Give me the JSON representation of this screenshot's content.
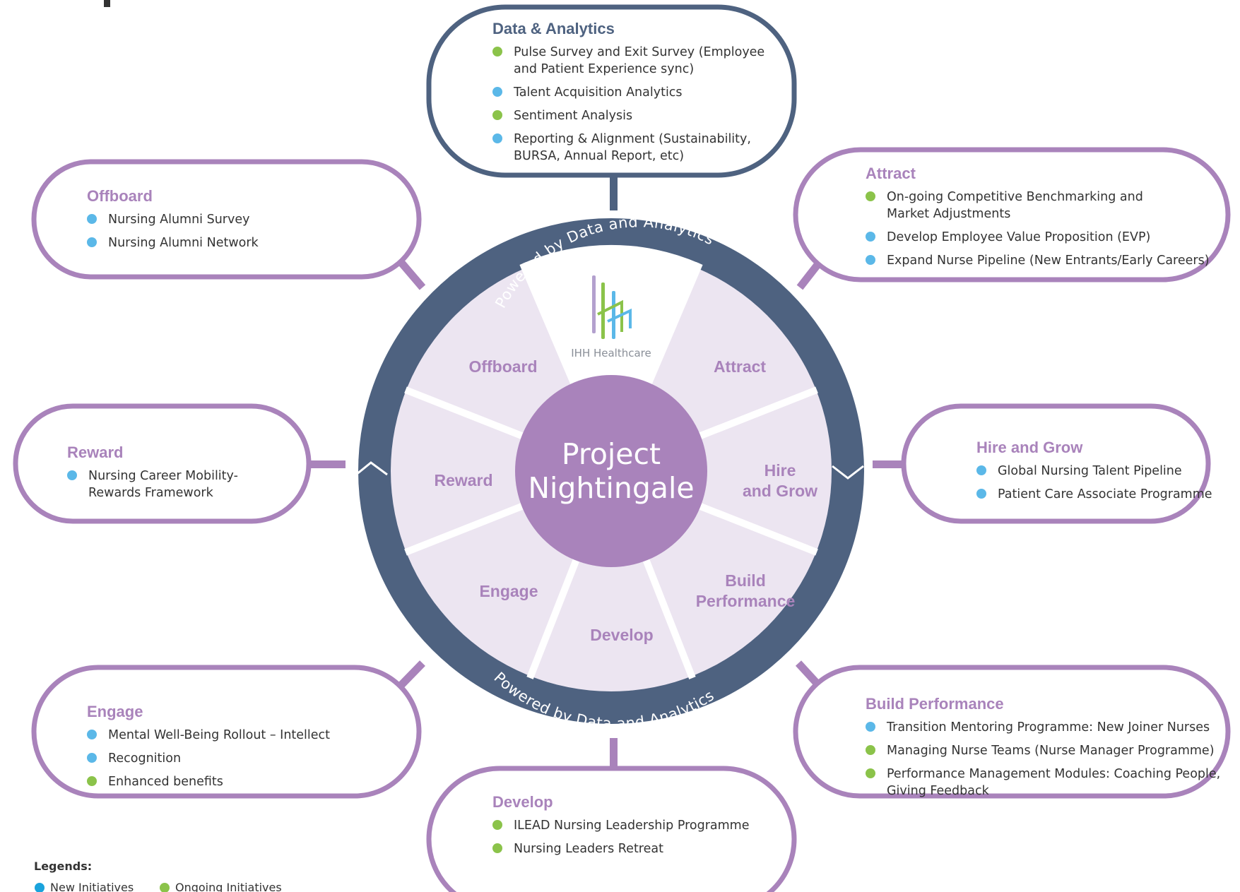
{
  "colors": {
    "purple": "#a983bb",
    "navy": "#4e6280",
    "segment_fill": "#ece5f1",
    "new_dot": "#5bb8e8",
    "ongoing_dot": "#8bc34a",
    "legend_new_dot": "#1aa3dc",
    "legend_ongoing_dot": "#8bc34a"
  },
  "center": {
    "line1": "Project",
    "line2": "Nightingale",
    "logo_text": "IHH Healthcare"
  },
  "ring": {
    "top_text": "Powered by Data and Analytics",
    "bottom_text": "Powered by Data and Analytics"
  },
  "segments": {
    "offboard": "Offboard",
    "attract": "Attract",
    "reward": "Reward",
    "hire_line1": "Hire",
    "hire_line2": "and Grow",
    "engage": "Engage",
    "build_line1": "Build",
    "build_line2": "Performance",
    "develop": "Develop"
  },
  "panels": {
    "data_analytics": {
      "title": "Data & Analytics",
      "items": [
        {
          "type": "ongoing",
          "lines": [
            "Pulse Survey and Exit Survey (Employee",
            "and Patient Experience sync)"
          ]
        },
        {
          "type": "new",
          "lines": [
            "Talent Acquisition Analytics"
          ]
        },
        {
          "type": "ongoing",
          "lines": [
            "Sentiment Analysis"
          ]
        },
        {
          "type": "new",
          "lines": [
            "Reporting & Alignment (Sustainability,",
            "BURSA, Annual Report, etc)"
          ]
        }
      ]
    },
    "offboard": {
      "title": "Offboard",
      "items": [
        {
          "type": "new",
          "lines": [
            "Nursing Alumni Survey"
          ]
        },
        {
          "type": "new",
          "lines": [
            "Nursing Alumni Network"
          ]
        }
      ]
    },
    "attract": {
      "title": "Attract",
      "items": [
        {
          "type": "ongoing",
          "lines": [
            "On-going Competitive Benchmarking and",
            "Market Adjustments"
          ]
        },
        {
          "type": "new",
          "lines": [
            "Develop Employee Value Proposition (EVP)"
          ]
        },
        {
          "type": "new",
          "lines": [
            "Expand Nurse Pipeline (New Entrants/Early Careers)"
          ]
        }
      ]
    },
    "reward": {
      "title": "Reward",
      "items": [
        {
          "type": "new",
          "lines": [
            "Nursing Career Mobility-",
            "Rewards Framework"
          ]
        }
      ]
    },
    "hire_grow": {
      "title": "Hire and Grow",
      "items": [
        {
          "type": "new",
          "lines": [
            "Global Nursing Talent Pipeline"
          ]
        },
        {
          "type": "new",
          "lines": [
            "Patient Care Associate Programme"
          ]
        }
      ]
    },
    "engage": {
      "title": "Engage",
      "items": [
        {
          "type": "new",
          "lines": [
            "Mental Well-Being Rollout – Intellect"
          ]
        },
        {
          "type": "new",
          "lines": [
            "Recognition"
          ]
        },
        {
          "type": "ongoing",
          "lines": [
            "Enhanced benefits"
          ]
        }
      ]
    },
    "build_performance": {
      "title": "Build Performance",
      "items": [
        {
          "type": "new",
          "lines": [
            "Transition Mentoring Programme: New Joiner Nurses"
          ]
        },
        {
          "type": "ongoing",
          "lines": [
            "Managing Nurse Teams (Nurse Manager Programme)"
          ]
        },
        {
          "type": "ongoing",
          "lines": [
            "Performance Management Modules: Coaching People,",
            "Giving Feedback"
          ]
        }
      ]
    },
    "develop": {
      "title": "Develop",
      "items": [
        {
          "type": "ongoing",
          "lines": [
            "ILEAD Nursing Leadership Programme"
          ]
        },
        {
          "type": "ongoing",
          "lines": [
            "Nursing Leaders Retreat"
          ]
        }
      ]
    }
  },
  "legend": {
    "title": "Legends:",
    "new_label": "New Initiatives",
    "ongoing_label": "Ongoing Initiatives"
  }
}
